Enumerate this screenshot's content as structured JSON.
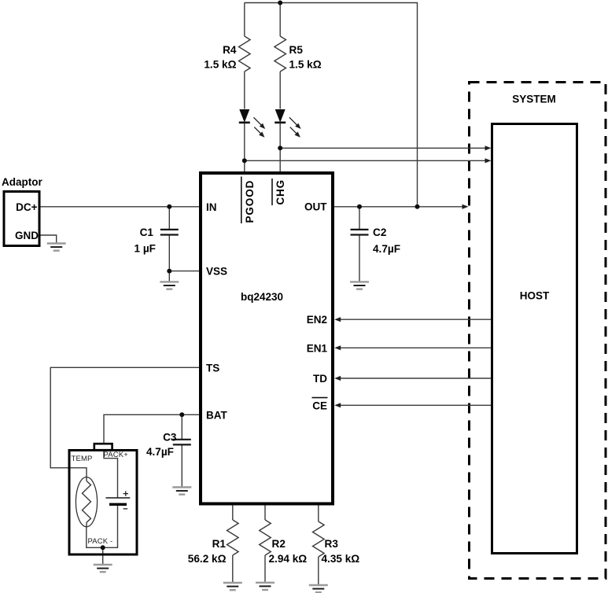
{
  "adaptor": {
    "title": "Adaptor",
    "pin_dc": "DC+",
    "pin_gnd": "GND"
  },
  "ic": {
    "part": "bq24230",
    "pin_in": "IN",
    "pin_vss": "VSS",
    "pin_ts": "TS",
    "pin_bat": "BAT",
    "pin_out": "OUT",
    "pin_en2": "EN2",
    "pin_en1": "EN1",
    "pin_td": "TD",
    "pin_ce": "CE",
    "pin_pgood": "PGOOD",
    "pin_chg": "CHG"
  },
  "resistors": {
    "r4": {
      "name": "R4",
      "value": "1.5 kΩ"
    },
    "r5": {
      "name": "R5",
      "value": "1.5 kΩ"
    },
    "r1": {
      "name": "R1",
      "value": "56.2 kΩ"
    },
    "r2": {
      "name": "R2",
      "value": "2.94 kΩ"
    },
    "r3": {
      "name": "R3",
      "value": "4.35 kΩ"
    }
  },
  "capacitors": {
    "c1": {
      "name": "C1",
      "value": "1 µF"
    },
    "c2": {
      "name": "C2",
      "value": "4.7µF"
    },
    "c3": {
      "name": "C3",
      "value": "4.7µF"
    }
  },
  "battery_pack": {
    "temp": "TEMP",
    "pack_plus": "PACK+",
    "pack_minus": "PACK -"
  },
  "system": {
    "title": "SYSTEM",
    "host": "HOST"
  },
  "colors": {
    "background": "#ffffff",
    "ink": "#000000",
    "wire": "#3a3a3a",
    "ground_light": "#9a9a9a"
  }
}
